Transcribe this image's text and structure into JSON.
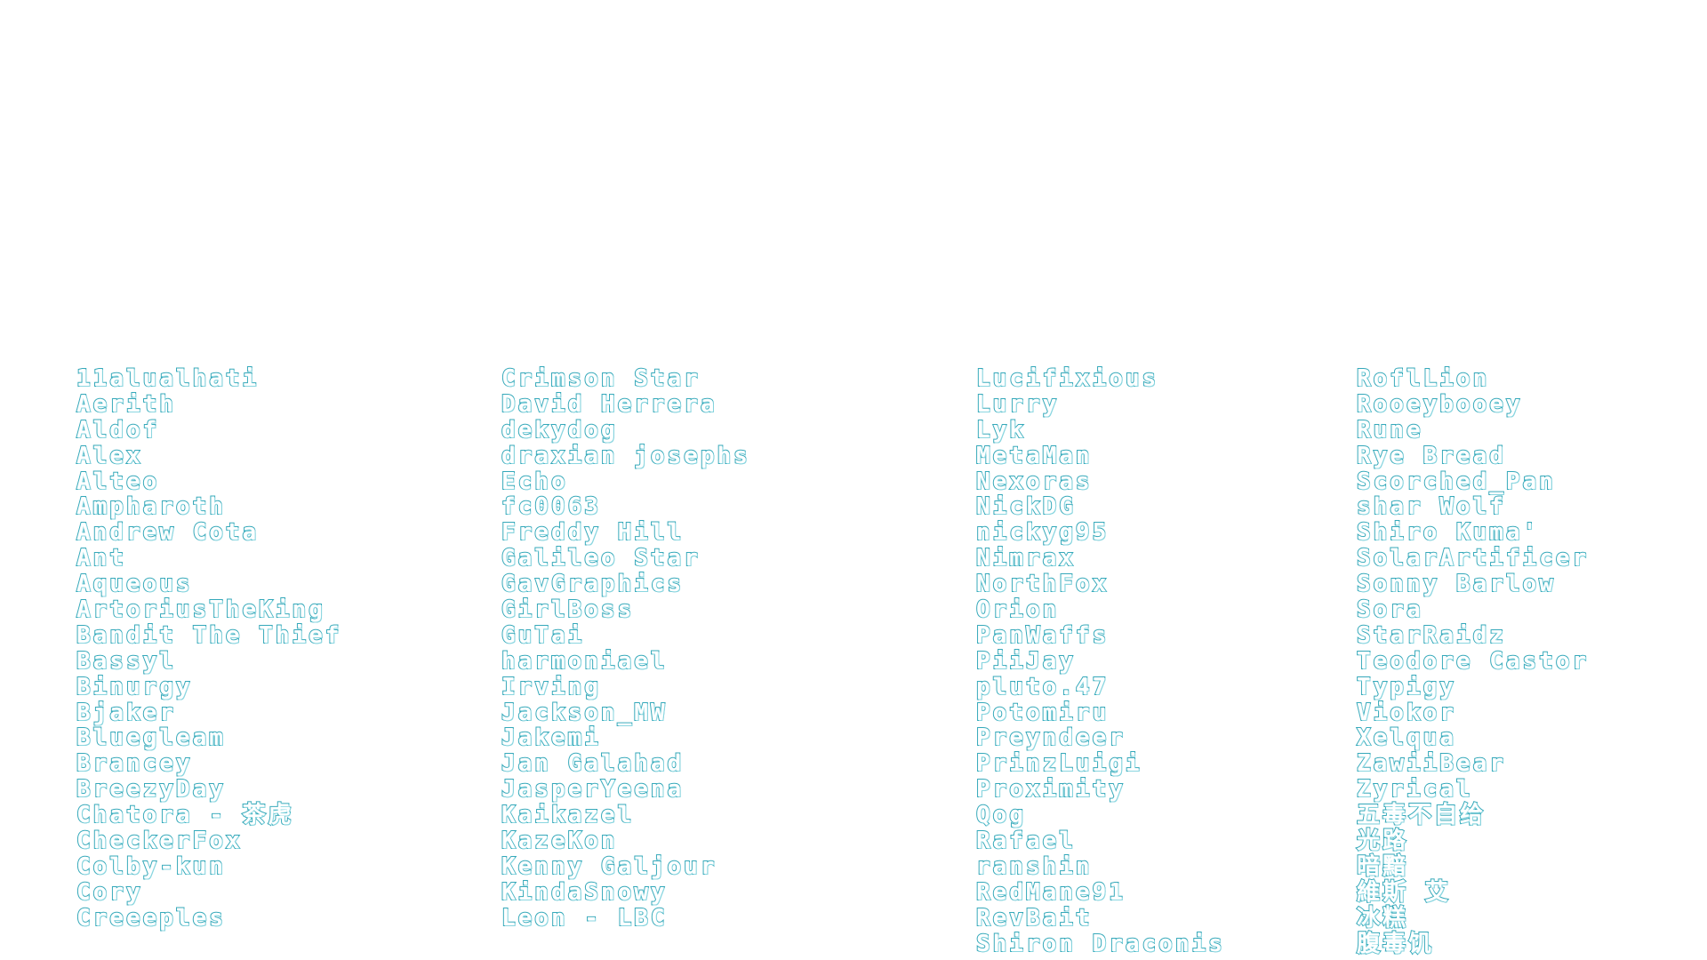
{
  "credits": {
    "text_color": "#ffffff",
    "outline_color": "#36a9ba",
    "columns": [
      [
        "11alualhati",
        "Aerith",
        "Aldof",
        "Alex",
        "Alteo",
        "Ampharoth",
        "Andrew Cota",
        "Ant",
        "Aqueous",
        "ArtoriusTheKing",
        "Bandit The Thief",
        "Bassyl",
        "Binurgy",
        "Bjaker",
        "Bluegleam",
        "Brancey",
        "BreezyDay",
        "Chatora - 茶虎",
        "CheckerFox",
        "Colby-kun",
        "Cory",
        "Creeeples"
      ],
      [
        "Crimson Star",
        "David Herrera",
        "dekydog",
        "draxian josephs",
        "Echo",
        "fc0063",
        "Freddy Hill",
        "Galileo Star",
        "GavGraphics",
        "GirlBoss",
        "GuTai",
        "harmoniael",
        "Irving",
        "Jackson_MW",
        "Jakemi",
        "Jan Galahad",
        "JasperYeena",
        "Kaikazel",
        "KazeKon",
        "Kenny Galjour",
        "KindaSnowy",
        "Leon - LBC"
      ],
      [
        "Lucifixious",
        "Lurry",
        "Lyk",
        "MetaMan",
        "Nexoras",
        "NickDG",
        "nickyg95",
        "Nimrax",
        "NorthFox",
        "Orion",
        "PanWaffs",
        "PiiJay",
        "pluto.47",
        "Potomiru",
        "Preyndeer",
        "PrinzLuigi",
        "Proximity",
        "Qog",
        "Rafael",
        "ranshin",
        "RedMane91",
        "RevBait",
        "Shiron Draconis"
      ],
      [
        "RoflLion",
        "Rooeybooey",
        "Rune",
        "Rye Bread",
        "Scorched_Pan",
        "shar Wolf",
        "Shiro Kuma'",
        "SolarArtificer",
        "Sonny Barlow",
        "Sora",
        "StarRaidz",
        "Teodore Castor",
        "Typigy",
        "Viokor",
        "Xelqua",
        "ZawiiBear",
        "Zyrical",
        "五毒不自给",
        "光路",
        "暗黯",
        "維斯 艾",
        "冰糕",
        "腹毒饥"
      ]
    ]
  }
}
